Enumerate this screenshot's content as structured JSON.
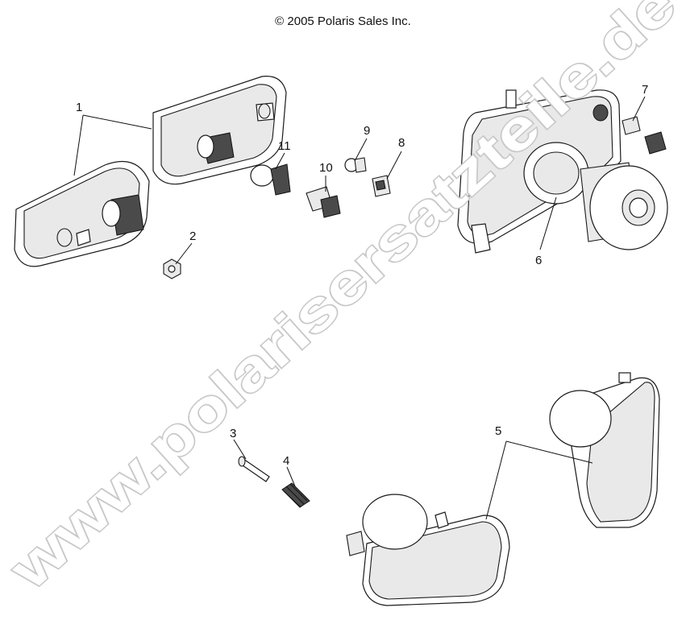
{
  "copyright": "© 2005 Polaris Sales Inc.",
  "watermark": "www.polarisersatzteile.de",
  "callouts": [
    "1",
    "2",
    "3",
    "4",
    "5",
    "6",
    "7",
    "8",
    "9",
    "10",
    "11"
  ],
  "colors": {
    "line": "#1a1a1a",
    "watermark_fill": "#ffffff",
    "watermark_stroke": "#c8c8c8"
  }
}
